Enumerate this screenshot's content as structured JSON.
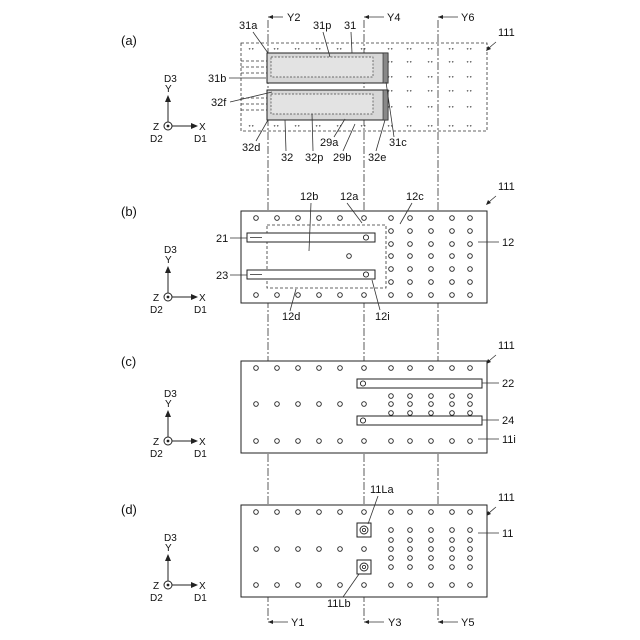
{
  "panels": {
    "a": {
      "label": "(a)",
      "ref": "111"
    },
    "b": {
      "label": "(b)",
      "ref": "111"
    },
    "c": {
      "label": "(c)",
      "ref": "111"
    },
    "d": {
      "label": "(d)",
      "ref": "111"
    }
  },
  "top_axes": {
    "y2": "Y2",
    "y4": "Y4",
    "y6": "Y6"
  },
  "bottom_axes": {
    "y1": "Y1",
    "y3": "Y3",
    "y5": "Y5"
  },
  "coord_axes": {
    "d3": "D3",
    "y": "Y",
    "z": "Z",
    "x": "X",
    "d2": "D2",
    "d1": "D1"
  },
  "labels_a": {
    "l31a": "31a",
    "l31p": "31p",
    "l31": "31",
    "l31b": "31b",
    "l32f": "32f",
    "l31c": "31c",
    "l32d": "32d",
    "l32": "32",
    "l32p": "32p",
    "l29a": "29a",
    "l29b": "29b",
    "l32e": "32e"
  },
  "labels_b": {
    "l12b": "12b",
    "l12a": "12a",
    "l12c": "12c",
    "l12": "12",
    "l21": "21",
    "l23": "23",
    "l12d": "12d",
    "l12i": "12i"
  },
  "labels_c": {
    "l22": "22",
    "l24": "24",
    "l11i": "11i"
  },
  "labels_d": {
    "l11La": "11La",
    "l11": "11",
    "l11Lb": "11Lb"
  }
}
